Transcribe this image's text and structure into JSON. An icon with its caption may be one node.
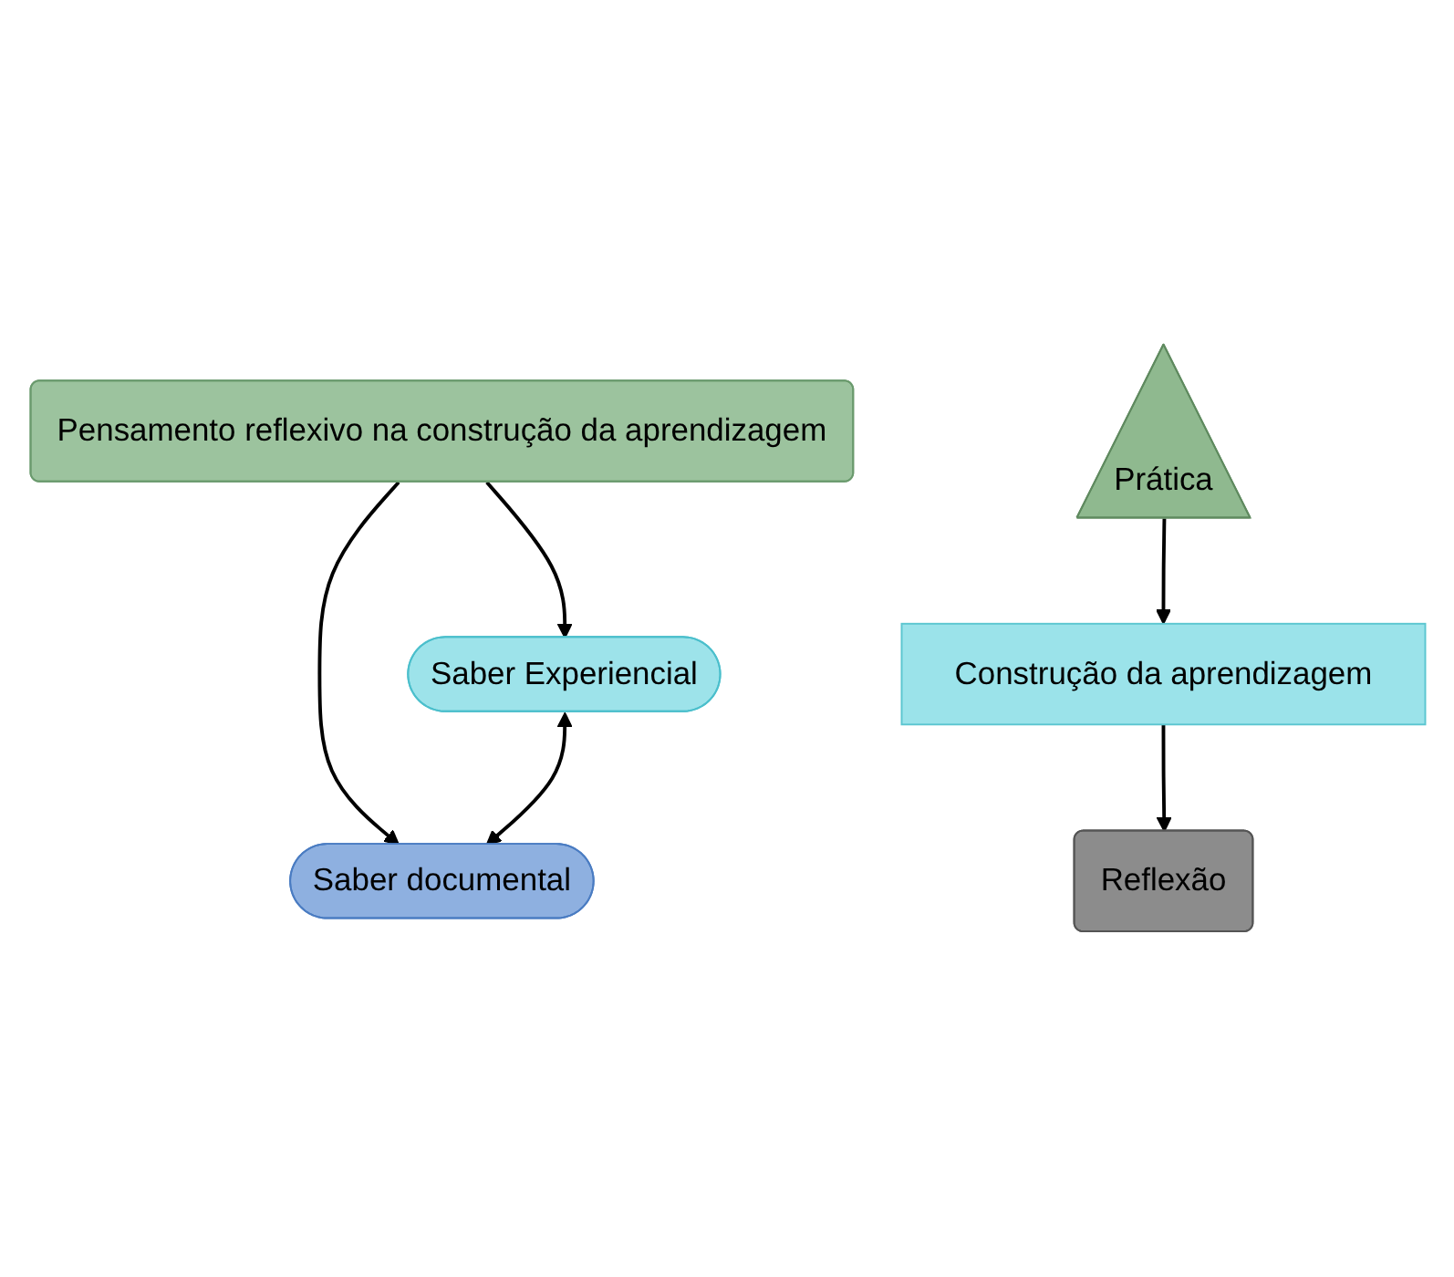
{
  "diagram": {
    "nodes": [
      {
        "text": [
          "Pensamento reflexivo na construção da aprendizagem"
        ]
      },
      {
        "text": [
          "Saber Experiencial"
        ]
      },
      {
        "text": [
          "Saber documental"
        ]
      },
      {
        "text": [
          "Prática"
        ]
      },
      {
        "text": [
          "Construção da aprendizagem"
        ]
      },
      {
        "text": [
          "Reflexão"
        ]
      }
    ],
    "edges": [
      {
        "from": 0,
        "to": 1,
        "arrow": "to"
      },
      {
        "from": 0,
        "to": 2,
        "arrow": "to"
      },
      {
        "from": 1,
        "to": 2,
        "arrow": "both"
      },
      {
        "from": 3,
        "to": 4,
        "arrow": "to"
      },
      {
        "from": 4,
        "to": 5,
        "arrow": "to"
      }
    ]
  }
}
